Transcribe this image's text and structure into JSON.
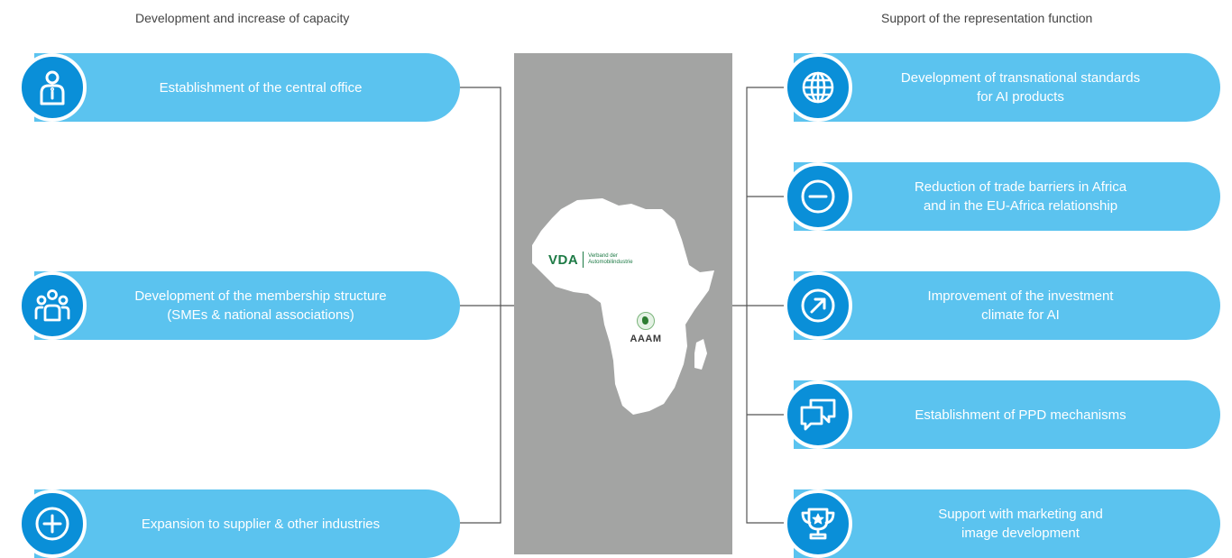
{
  "headings": {
    "left": "Development and increase of capacity",
    "right": "Support of the representation function"
  },
  "left_items": [
    {
      "label": "Establishment of the central office",
      "icon": "person-id-icon"
    },
    {
      "label": "Development of the membership structure\n(SMEs & national associations)",
      "icon": "group-icon"
    },
    {
      "label": "Expansion to supplier & other industries",
      "icon": "plus-circle-icon"
    }
  ],
  "right_items": [
    {
      "label": "Development of transnational standards\nfor AI products",
      "icon": "globe-icon"
    },
    {
      "label": "Reduction of trade barriers in Africa\nand in the EU-Africa relationship",
      "icon": "minus-circle-icon"
    },
    {
      "label": "Improvement of the investment\nclimate for AI",
      "icon": "arrow-up-right-circle-icon"
    },
    {
      "label": "Establishment of PPD mechanisms",
      "icon": "chat-bubbles-icon"
    },
    {
      "label": "Support with marketing and\nimage development",
      "icon": "trophy-star-icon"
    }
  ],
  "logos": {
    "vda_mark": "VDA",
    "vda_name": "Verband der Automobilindustrie",
    "aaam": "AAAM"
  },
  "colors": {
    "pill": "#5bc3ef",
    "icon_circle": "#0a8fd8",
    "center_panel": "#a3a4a3",
    "connector": "#555555"
  }
}
